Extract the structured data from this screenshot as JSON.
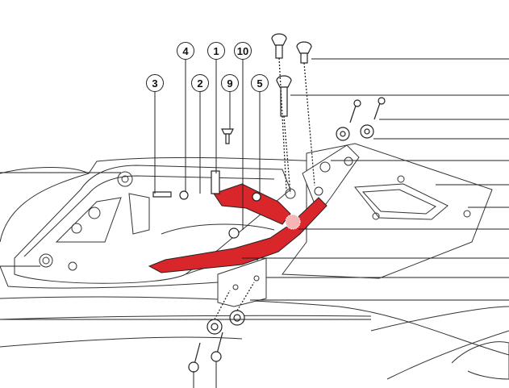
{
  "diagram": {
    "callouts": [
      "1",
      "2",
      "3",
      "4",
      "5",
      "9",
      "10"
    ],
    "colors": {
      "bracket": "#d8262a",
      "line": "#222222"
    }
  }
}
